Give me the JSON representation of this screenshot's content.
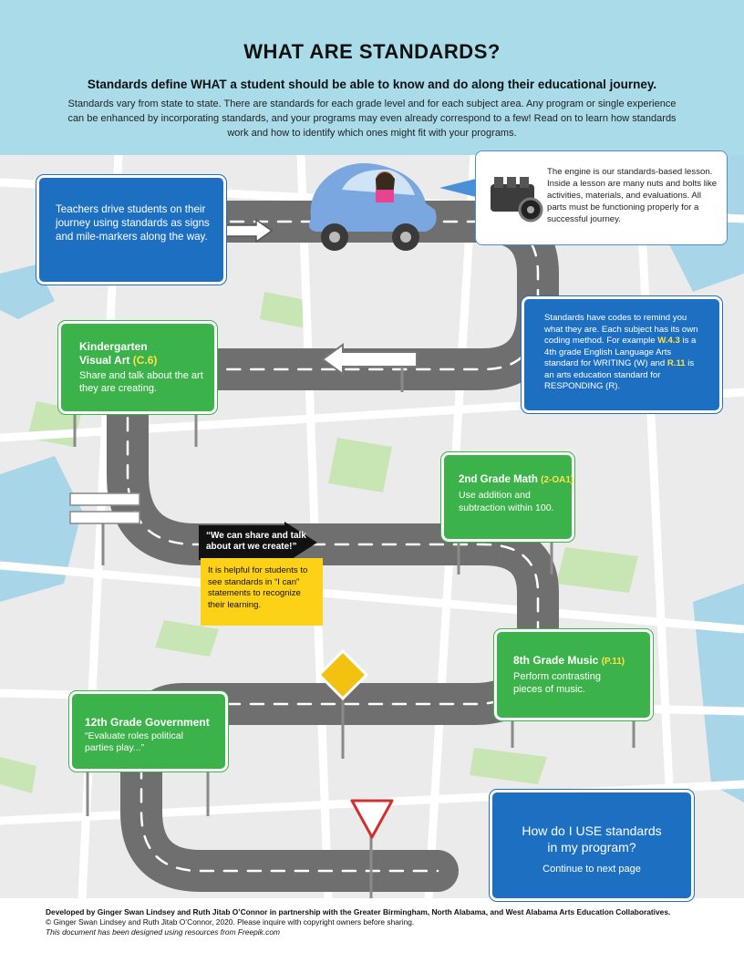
{
  "header": {
    "title": "WHAT ARE STANDARDS?",
    "subtitle": "Standards define WHAT a student should be able to know and do along their educational journey.",
    "intro": "Standards vary from state to state. There are standards for each grade level and for each subject area. Any program or single experience can be enhanced by incorporating standards, and your programs may even already correspond to a few! Read on to learn how standards work and how to identify which ones might fit with your programs."
  },
  "teachers_sign": {
    "text": "Teachers drive students on their journey using standards as signs and mile-markers along the way."
  },
  "engine_callout": {
    "text": "The engine is our standards-based lesson. Inside a lesson are many nuts and bolts like activities, materials, and evaluations. All parts must be functioning properly for a successful journey."
  },
  "codes_sign": {
    "before": "Standards have codes to remind you what they are. Each subject has its own coding method. For example ",
    "code1": "W.4.3",
    "middle": " is a 4th grade English Language Arts standard for WRITING (W) and ",
    "code2": "R.11",
    "after": " is an arts education standard for RESPONDING (R)."
  },
  "kindergarten_sign": {
    "title1": "Kindergarten",
    "title2": "Visual Art",
    "code": "(C.6)",
    "text": "Share and talk about the art they are creating."
  },
  "math_sign": {
    "title": "2nd Grade Math",
    "code": "(2-OA1)",
    "text": "Use addition and subtraction within 100."
  },
  "ican_arrow": {
    "text": "“We can share and talk about art we create!”"
  },
  "ican_note": {
    "text": "It is helpful for students to see standards in “I can” statements to recognize their learning."
  },
  "music_sign": {
    "title": "8th Grade Music",
    "code": "(P.11)",
    "text": "Perform contrasting pieces of music."
  },
  "gov_sign": {
    "title": "12th Grade Government",
    "text": "“Evaluate roles political parties play...”"
  },
  "use_sign": {
    "title": "How do I USE standards in my program?",
    "sub": "Continue to next page"
  },
  "footer": {
    "line1": "Developed by Ginger Swan Lindsey and Ruth Jitab O’Connor in partnership with the Greater Birmingham, North Alabama, and West Alabama Arts Education Collaboratives.",
    "line2": "© Ginger Swan Lindsey and Ruth Jitab O’Connor, 2020. Please inquire with copyright owners before sharing.",
    "line3": "This document has been designed using resources from Freepik.com"
  },
  "colors": {
    "header_bg": "#a9dbe8",
    "road": "#6f6f6f",
    "sign_blue": "#1d6fc2",
    "sign_green": "#3cb34a",
    "highlight_yellow": "#fcd116",
    "map_bg": "#ebebeb"
  },
  "icons": [
    "car-icon",
    "engine-icon",
    "arrow-right-icon",
    "arrow-left-icon",
    "arrow-black-icon",
    "diamond-sign-icon",
    "yield-sign-icon"
  ]
}
